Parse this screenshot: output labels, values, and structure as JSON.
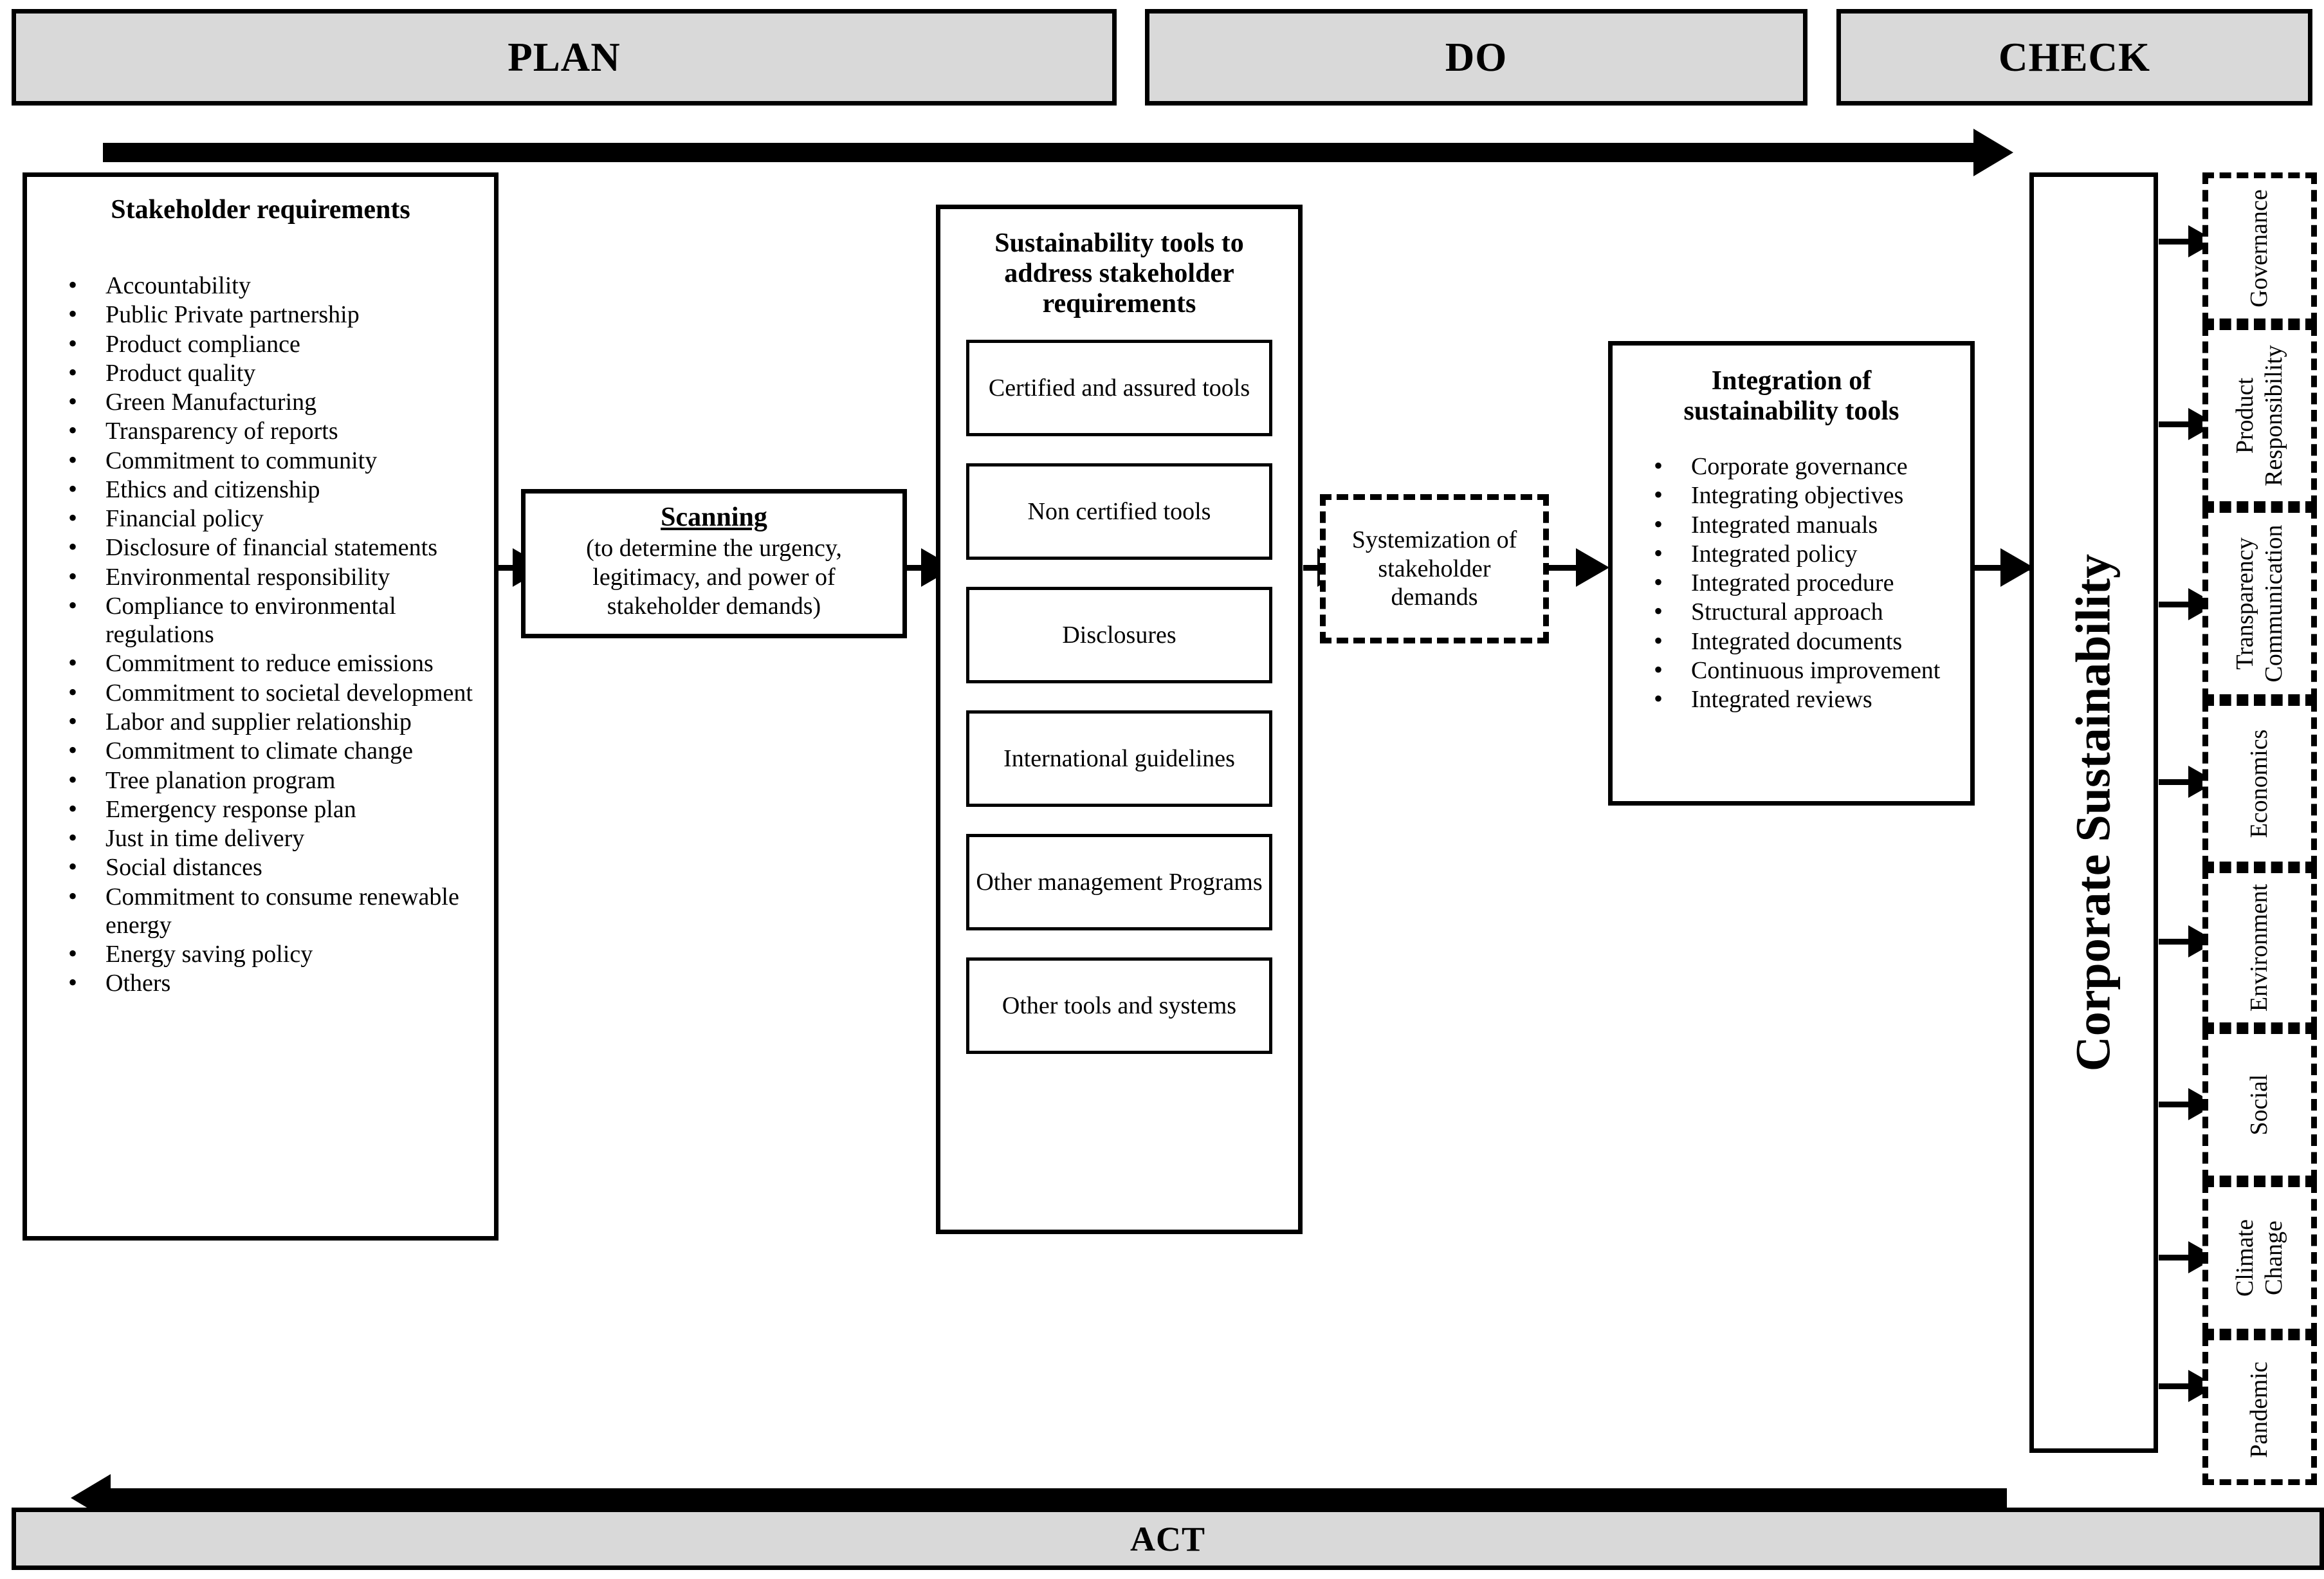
{
  "phases": {
    "plan": "PLAN",
    "do": "DO",
    "check": "CHECK",
    "act": "ACT"
  },
  "stakeholder": {
    "title": "Stakeholder requirements",
    "items": [
      "Accountability",
      "Public Private partnership",
      "Product compliance",
      "Product quality",
      "Green Manufacturing",
      "Transparency of reports",
      "Commitment to community",
      "Ethics and citizenship",
      "Financial policy",
      "Disclosure of  financial statements",
      "Environmental responsibility",
      "Compliance to environmental regulations",
      "Commitment to reduce emissions",
      "Commitment to societal development",
      "Labor and supplier relationship",
      "Commitment to climate change",
      "Tree planation program",
      "Emergency response plan",
      "Just in time delivery",
      "Social distances",
      "Commitment to consume renewable energy",
      "Energy saving policy",
      "Others"
    ]
  },
  "scanning": {
    "title": "Scanning",
    "subtitle": "(to determine the urgency, legitimacy, and power of stakeholder demands)"
  },
  "tools": {
    "title": "Sustainability tools to address stakeholder requirements",
    "items": [
      "Certified and assured tools",
      "Non certified tools",
      "Disclosures",
      "International guidelines",
      "Other management Programs",
      "Other tools and systems"
    ]
  },
  "systemization": {
    "label": "Systemization of stakeholder demands"
  },
  "integration": {
    "title": "Integration of sustainability tools",
    "items": [
      "Corporate governance",
      "Integrating objectives",
      "Integrated manuals",
      "Integrated policy",
      "Integrated procedure",
      "Structural approach",
      "Integrated documents",
      "Continuous improvement",
      "Integrated reviews"
    ]
  },
  "corporate_sustainability": {
    "label": "Corporate Sustainability"
  },
  "outcomes": [
    {
      "line1": "Governance",
      "line2": ""
    },
    {
      "line1": "Product",
      "line2": "Responsibility"
    },
    {
      "line1": "Transparency",
      "line2": "Communication"
    },
    {
      "line1": "Economics",
      "line2": ""
    },
    {
      "line1": "Environment",
      "line2": ""
    },
    {
      "line1": "Social",
      "line2": ""
    },
    {
      "line1": "Climate",
      "line2": "Change"
    },
    {
      "line1": "Pandemic",
      "line2": ""
    }
  ],
  "colors": {
    "bar_fill": "#d9d9d9",
    "line": "#000000",
    "page": "#ffffff"
  }
}
